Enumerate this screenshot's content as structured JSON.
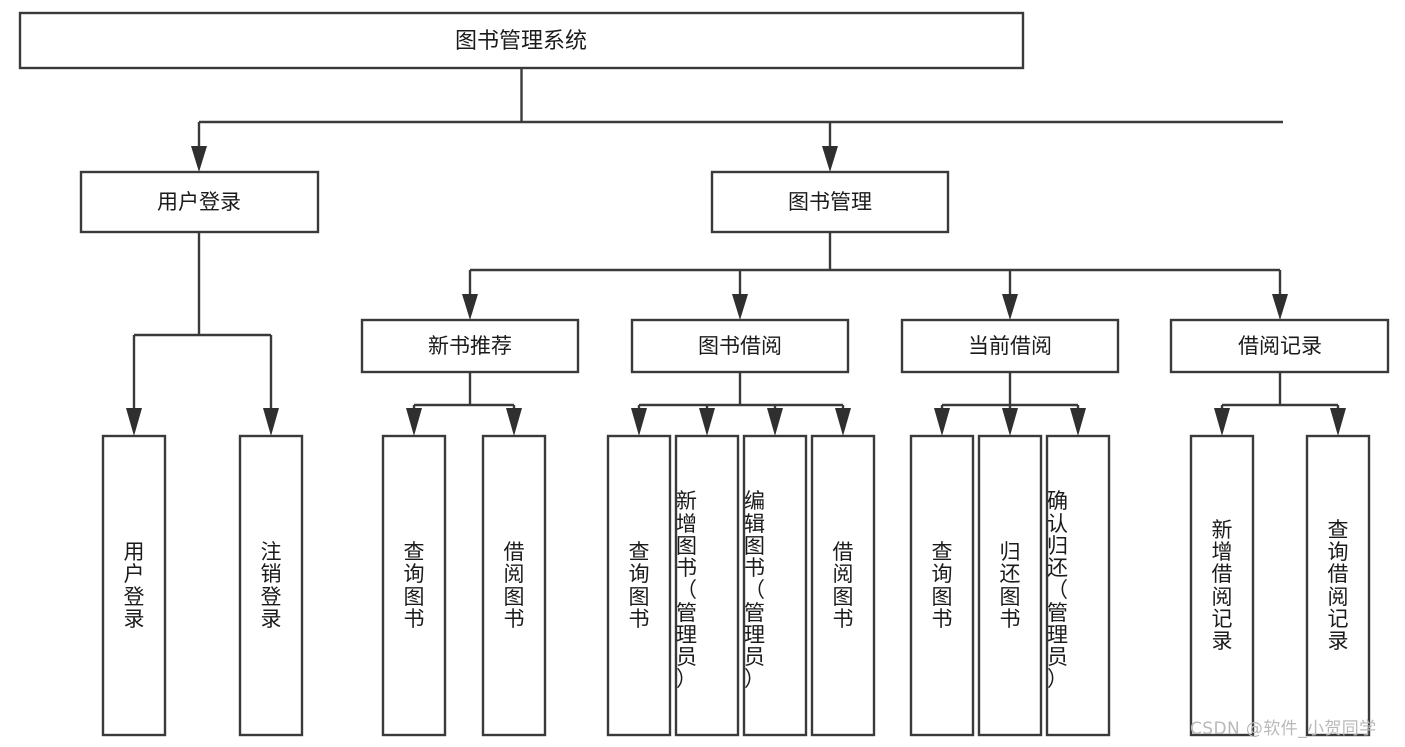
{
  "diagram": {
    "type": "tree",
    "title": "图书管理系统",
    "orientation": "top-down",
    "colors": {
      "box_stroke": "#3a3a3a",
      "box_fill": "#ffffff",
      "connector": "#3a3a3a",
      "text": "#1b1b1b",
      "watermark": "#b9b9b9",
      "background": "#ffffff"
    },
    "root": {
      "id": "root",
      "label": "图书管理系统"
    },
    "level2": [
      {
        "id": "user-login",
        "label": "用户登录"
      },
      {
        "id": "book-manage",
        "label": "图书管理"
      }
    ],
    "level3": [
      {
        "id": "new-book-recommend",
        "label": "新书推荐",
        "parent": "book-manage"
      },
      {
        "id": "book-borrow",
        "label": "图书借阅",
        "parent": "book-manage"
      },
      {
        "id": "current-borrow",
        "label": "当前借阅",
        "parent": "book-manage"
      },
      {
        "id": "borrow-record",
        "label": "借阅记录",
        "parent": "book-manage"
      }
    ],
    "leaves": {
      "user-login": [
        {
          "id": "leaf-user-login",
          "label": "用户登录"
        },
        {
          "id": "leaf-logout-login",
          "label": "注销登录"
        }
      ],
      "new-book-recommend": [
        {
          "id": "leaf-query-book-1",
          "label": "查询图书"
        },
        {
          "id": "leaf-borrow-book-1",
          "label": "借阅图书"
        }
      ],
      "book-borrow": [
        {
          "id": "leaf-query-book-2",
          "label": "查询图书"
        },
        {
          "id": "leaf-add-book",
          "label": "新增图书（管理员）"
        },
        {
          "id": "leaf-edit-book",
          "label": "编辑图书（管理员）"
        },
        {
          "id": "leaf-borrow-book-2",
          "label": "借阅图书"
        }
      ],
      "current-borrow": [
        {
          "id": "leaf-query-book-3",
          "label": "查询图书"
        },
        {
          "id": "leaf-return-book",
          "label": "归还图书"
        },
        {
          "id": "leaf-confirm-return",
          "label": "确认归还（管理员）"
        }
      ],
      "borrow-record": [
        {
          "id": "leaf-add-record",
          "label": "新增借阅记录"
        },
        {
          "id": "leaf-query-record",
          "label": "查询借阅记录"
        }
      ]
    }
  },
  "watermark": {
    "text": "CSDN @软件_小贺同学"
  }
}
